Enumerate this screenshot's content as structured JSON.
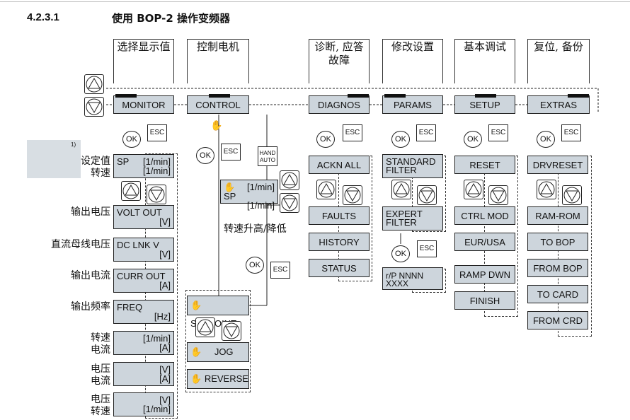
{
  "header": {
    "section": "4.2.3.1",
    "title": "使用 BOP-2 操作变频器"
  },
  "columns": [
    {
      "head": "选择显示值",
      "menu": "MONITOR"
    },
    {
      "head": "控制电机",
      "menu": "CONTROL"
    },
    {
      "head": "诊断, 应答故障",
      "menu": "DIAGNOS"
    },
    {
      "head": "修改设置",
      "menu": "PARAMS"
    },
    {
      "head": "基本调试",
      "menu": "SETUP"
    },
    {
      "head": "复位, 备份",
      "menu": "EXTRAS"
    }
  ],
  "keys": {
    "ok": "OK",
    "esc": "ESC",
    "hand_auto": "HAND AUTO"
  },
  "footnote": "1)",
  "monitor": {
    "labels": [
      "设定值 转速",
      "输出电压",
      "直流母线电压",
      "输出电流",
      "输出频率",
      "转速 电流",
      "电压 电流",
      "电压 转速"
    ],
    "items": [
      {
        "a": "SP",
        "b": "[1/min]",
        "c": "[1/min]"
      },
      {
        "a": "VOLT OUT",
        "b": "",
        "c": "[V]"
      },
      {
        "a": "DC LNK V",
        "b": "",
        "c": "[V]"
      },
      {
        "a": "CURR OUT",
        "b": "",
        "c": "[A]"
      },
      {
        "a": "FREQ",
        "b": "",
        "c": "[Hz]"
      },
      {
        "a": "",
        "b": "[1/min]",
        "c": "[A]"
      },
      {
        "a": "",
        "b": "[V]",
        "c": "[A]"
      },
      {
        "a": "",
        "b": "[V]",
        "c": "[1/min]"
      }
    ]
  },
  "control": {
    "sp": "SP",
    "sp_unit1": "[1/min]",
    "sp_unit2": "[1/min]",
    "speed_note": "转速升高/降低",
    "items": [
      "SETPOINT",
      "JOG",
      "REVERSE"
    ]
  },
  "diagnos": {
    "items": [
      "ACKN ALL",
      "FAULTS",
      "HISTORY",
      "STATUS"
    ]
  },
  "params": {
    "items": [
      "STANDARD FILTER",
      "EXPERT FILTER"
    ],
    "param": "r/P NNNN XXXX"
  },
  "setup": {
    "items": [
      "RESET",
      "CTRL MOD",
      "EUR/USA",
      "RAMP DWN",
      "FINISH"
    ]
  },
  "extras": {
    "items": [
      "DRVRESET",
      "RAM-ROM",
      "TO BOP",
      "FROM BOP",
      "TO CARD",
      "FROM CRD"
    ]
  }
}
